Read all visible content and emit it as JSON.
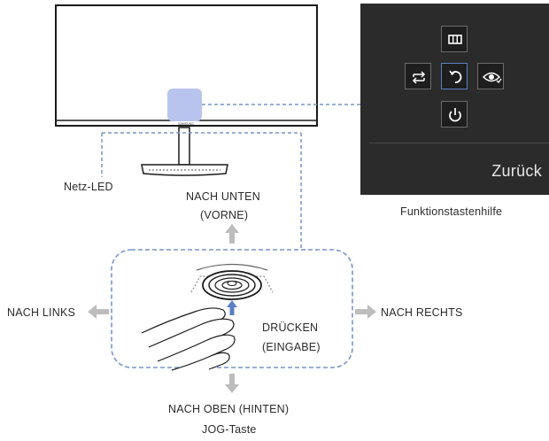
{
  "labels": {
    "power_led": "Netz-LED",
    "down_front_line1": "NACH UNTEN",
    "down_front_line2": "(VORNE)",
    "left": "NACH LINKS",
    "right": "NACH RECHTS",
    "press_line1": "DRÜCKEN",
    "press_line2": "(EINGABE)",
    "up_back": "NACH OBEN (HINTEN)",
    "jog_key": "JOG-Taste",
    "function_key_guide": "Funktionstastenhilfe"
  },
  "monitor": {
    "brand": "SAMSUNG"
  },
  "guide_panel": {
    "back_label": "Zurück",
    "keys": [
      {
        "position": "top",
        "icon": "menu-icon"
      },
      {
        "position": "left",
        "icon": "source-switch-icon"
      },
      {
        "position": "center",
        "icon": "return-icon",
        "selected": true
      },
      {
        "position": "right",
        "icon": "eye-saver-icon"
      },
      {
        "position": "bottom",
        "icon": "power-icon"
      }
    ]
  },
  "colors": {
    "led": "#b9c4ee",
    "dashed_line": "#7a93c9",
    "arrow": "#bdbdbd",
    "panel_bg": "#2b2b2b",
    "selected_key_border": "#5b7fc2"
  }
}
